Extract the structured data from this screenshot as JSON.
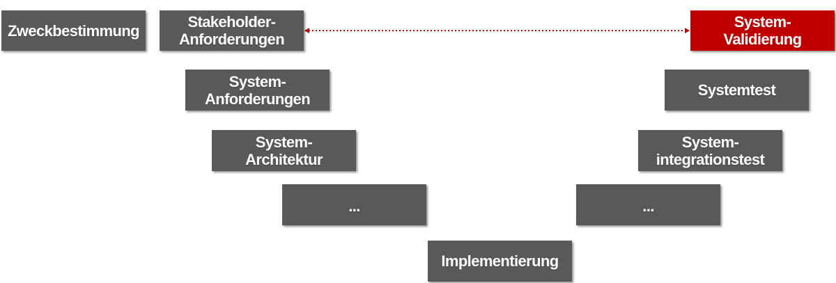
{
  "boxes": {
    "zweckbestimmung": "Zweckbestimmung",
    "stakeholder_anforderungen": "Stakeholder-\nAnforderungen",
    "system_validierung": "System-\nValidierung",
    "system_anforderungen": "System-\nAnforderungen",
    "systemtest": "Systemtest",
    "system_architektur": "System-\nArchitektur",
    "systemintegrationstest": "System-\nintegrationstest",
    "left_ellipsis": "...",
    "right_ellipsis": "...",
    "implementierung": "Implementierung"
  },
  "colors": {
    "box_fill": "#595959",
    "highlight_fill": "#c00000",
    "arrow": "#c00000",
    "text": "#ffffff"
  }
}
